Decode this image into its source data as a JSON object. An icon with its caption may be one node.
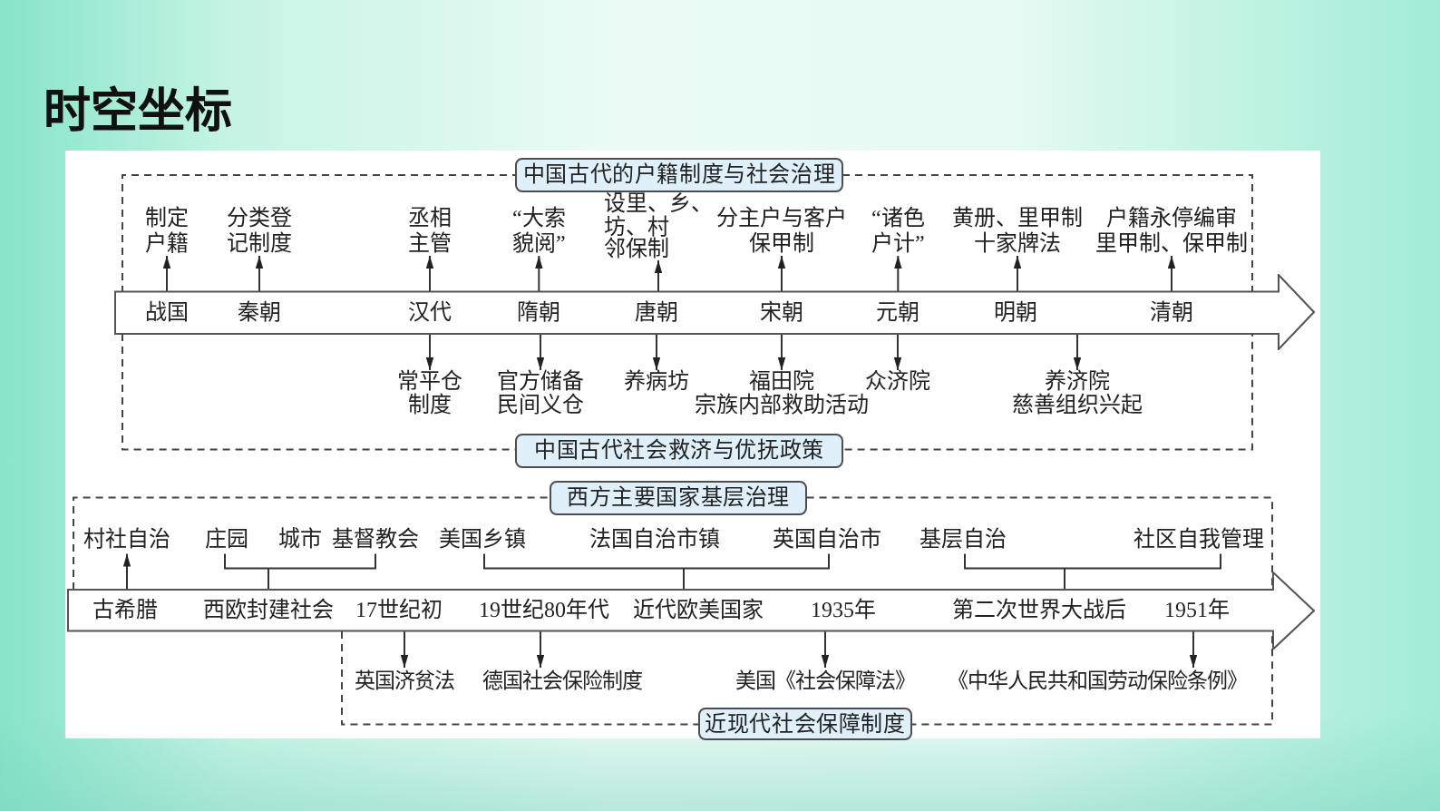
{
  "diagram": {
    "title": "时空坐标",
    "nodes": [
      {
        "text": [
          "中国古代的户籍制度与社会治理"
        ]
      },
      {
        "text": [
          "制定户籍"
        ],
        "in": 0
      },
      {
        "text": [
          "分类登记制度"
        ],
        "in": 0
      },
      {
        "text": [
          "丞相主管"
        ],
        "in": 0
      },
      {
        "text": [
          "“大索貌阅”"
        ],
        "in": 0
      },
      {
        "text": [
          "设里、乡、坊、村邻保制"
        ],
        "in": 0
      },
      {
        "text": [
          "分主户与客户",
          "保甲制"
        ],
        "in": 0
      },
      {
        "text": [
          "“诸色户计”"
        ],
        "in": 0
      },
      {
        "text": [
          "黄册、里甲制",
          "十家牌法"
        ],
        "in": 0
      },
      {
        "text": [
          "户籍永停编审",
          "里甲制、保甲制"
        ],
        "in": 0
      },
      {
        "text": [],
        "shape": "arrow"
      },
      {
        "text": [
          "战国"
        ],
        "in": 10
      },
      {
        "text": [
          "秦朝"
        ],
        "in": 10
      },
      {
        "text": [
          "汉代"
        ],
        "in": 10
      },
      {
        "text": [
          "隋朝"
        ],
        "in": 10
      },
      {
        "text": [
          "唐朝"
        ],
        "in": 10
      },
      {
        "text": [
          "宋朝"
        ],
        "in": 10
      },
      {
        "text": [
          "元朝"
        ],
        "in": 10
      },
      {
        "text": [
          "明朝"
        ],
        "in": 10
      },
      {
        "text": [
          "清朝"
        ],
        "in": 10
      },
      {
        "text": [
          "中国古代社会救济与优抚政策"
        ]
      },
      {
        "text": [
          "常平仓制度"
        ],
        "in": 20
      },
      {
        "text": [
          "官方储备",
          "民间义仓"
        ],
        "in": 20
      },
      {
        "text": [
          "养病坊"
        ],
        "in": 20
      },
      {
        "text": [
          "福田院",
          "宗族内部救助活动"
        ],
        "in": 20
      },
      {
        "text": [
          "众济院"
        ],
        "in": 20
      },
      {
        "text": [
          "养济院",
          "慈善组织兴起"
        ],
        "in": 20
      },
      {
        "text": [
          "西方主要国家基层治理"
        ]
      },
      {
        "text": [
          "村社自治"
        ],
        "in": 27
      },
      {
        "text": [
          "庄园"
        ],
        "in": 27
      },
      {
        "text": [
          "基督教会"
        ],
        "in": 27
      },
      {
        "text": [
          "美国乡镇"
        ],
        "in": 27
      },
      {
        "text": [
          "英国自治市"
        ],
        "in": 27
      },
      {
        "text": [
          "基层自治"
        ],
        "in": 27
      },
      {
        "text": [
          "社区自我管理"
        ],
        "in": 27
      },
      {
        "text": [],
        "shape": "arrow"
      },
      {
        "text": [
          "古希腊"
        ],
        "in": 35
      },
      {
        "text": [
          "西欧封建社会"
        ],
        "in": 35
      },
      {
        "text": [
          "17世纪初"
        ],
        "in": 35
      },
      {
        "text": [
          "19世纪80年代"
        ],
        "in": 35
      },
      {
        "text": [
          "近代欧美国家"
        ],
        "in": 35
      },
      {
        "text": [
          "1935年"
        ],
        "in": 35
      },
      {
        "text": [
          "第二次世界大战后"
        ],
        "in": 35
      },
      {
        "text": [
          "1951年"
        ],
        "in": 35
      },
      {
        "text": [
          "近现代社会保障制度"
        ]
      },
      {
        "text": [
          "英国济贫法"
        ],
        "in": 44
      },
      {
        "text": [
          "德国社会保险制度"
        ],
        "in": 44
      },
      {
        "text": [
          "美国《社会保障法》"
        ],
        "in": 44
      },
      {
        "text": [
          "《中华人民共和国劳动保险条例》"
        ],
        "in": 44
      }
    ],
    "edges": [
      {
        "from": 11,
        "to": 1,
        "arrow": "to"
      },
      {
        "from": 12,
        "to": 2,
        "arrow": "to"
      },
      {
        "from": 13,
        "to": 3,
        "arrow": "to"
      },
      {
        "from": 14,
        "to": 4,
        "arrow": "to"
      },
      {
        "from": 15,
        "to": 5,
        "arrow": "to"
      },
      {
        "from": 16,
        "to": 6,
        "arrow": "to"
      },
      {
        "from": 17,
        "to": 7,
        "arrow": "to"
      },
      {
        "from": 18,
        "to": 8,
        "arrow": "to"
      },
      {
        "from": 19,
        "to": 9,
        "arrow": "to"
      },
      {
        "from": 13,
        "to": 21,
        "arrow": "to"
      },
      {
        "from": 14,
        "to": 22,
        "arrow": "to"
      },
      {
        "from": 15,
        "to": 23,
        "arrow": "to"
      },
      {
        "from": 16,
        "to": 24,
        "arrow": "to"
      },
      {
        "from": 17,
        "to": 25,
        "arrow": "to"
      },
      {
        "from": 10,
        "to": 26,
        "arrow": "to"
      },
      {
        "from": 36,
        "to": 28,
        "arrow": "to"
      },
      {
        "from": 37,
        "to": 29,
        "arrow": "none"
      },
      {
        "from": 37,
        "to": 30,
        "arrow": "none"
      },
      {
        "from": 40,
        "to": 31,
        "arrow": "none"
      },
      {
        "from": 40,
        "to": 32,
        "arrow": "none"
      },
      {
        "from": 42,
        "to": 33,
        "arrow": "none"
      },
      {
        "from": 42,
        "to": 34,
        "arrow": "none"
      },
      {
        "from": 38,
        "to": 45,
        "arrow": "to"
      },
      {
        "from": 39,
        "to": 46,
        "arrow": "to"
      },
      {
        "from": 41,
        "to": 47,
        "arrow": "to"
      },
      {
        "from": 43,
        "to": 48,
        "arrow": "to"
      }
    ],
    "labels": [
      "城市",
      "法国自治市镇"
    ]
  }
}
